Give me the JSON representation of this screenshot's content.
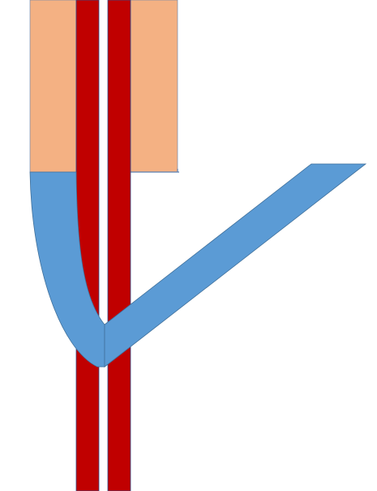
{
  "diagram": {
    "colors": {
      "background": "#ffffff",
      "block_fill": "#f4b183",
      "block_stroke": "#5b7fb0",
      "rod_fill": "#c00000",
      "rod_stroke": "#2f4f8f",
      "band_fill": "#5b9bd5",
      "band_stroke": "#41719c"
    },
    "shapes": [
      "left-block",
      "right-block",
      "left-rod",
      "right-rod",
      "curved-band",
      "diagonal-band"
    ]
  }
}
